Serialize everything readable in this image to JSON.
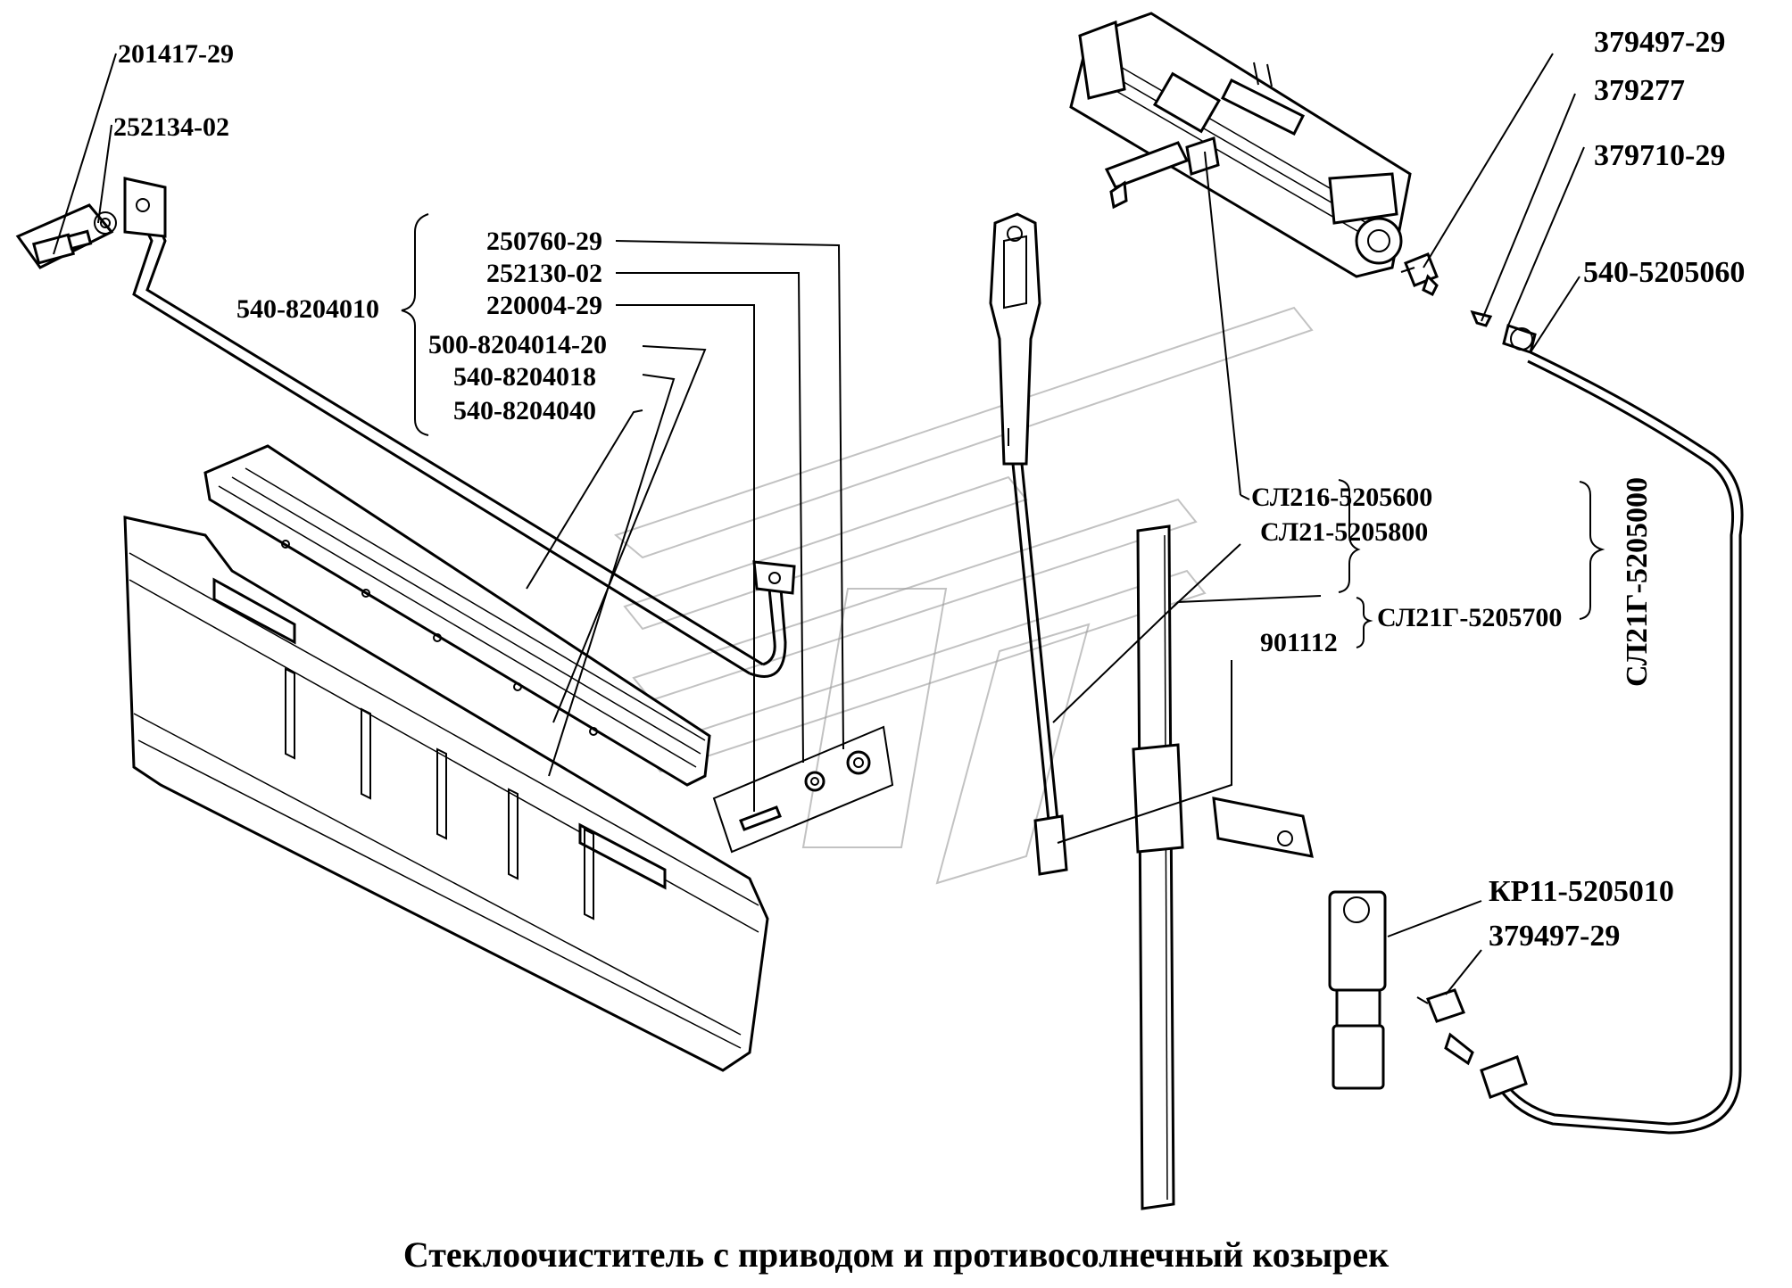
{
  "title": "Стеклоочиститель с приводом и противосолнечный козырек",
  "labels": {
    "p201417_29": "201417-29",
    "p252134_02": "252134-02",
    "p540_8204010": "540-8204010",
    "p250760_29": "250760-29",
    "p252130_02": "252130-02",
    "p220004_29": "220004-29",
    "p500_8204014_20": "500-8204014-20",
    "p540_8204018": "540-8204018",
    "p540_8204040": "540-8204040",
    "p379497_29_top": "379497-29",
    "p379277": "379277",
    "p379710_29": "379710-29",
    "p540_5205060": "540-5205060",
    "pSL216_5205600": "СЛ216-5205600",
    "pSL21_5205800": "СЛ21-5205800",
    "pSL21G_5205700": "СЛ21Г-5205700",
    "p901112": "901112",
    "pSL21G_5205000": "СЛ21Г-5205000",
    "pKR11_5205010": "КР11-5205010",
    "p379497_29_bottom": "379497-29"
  }
}
